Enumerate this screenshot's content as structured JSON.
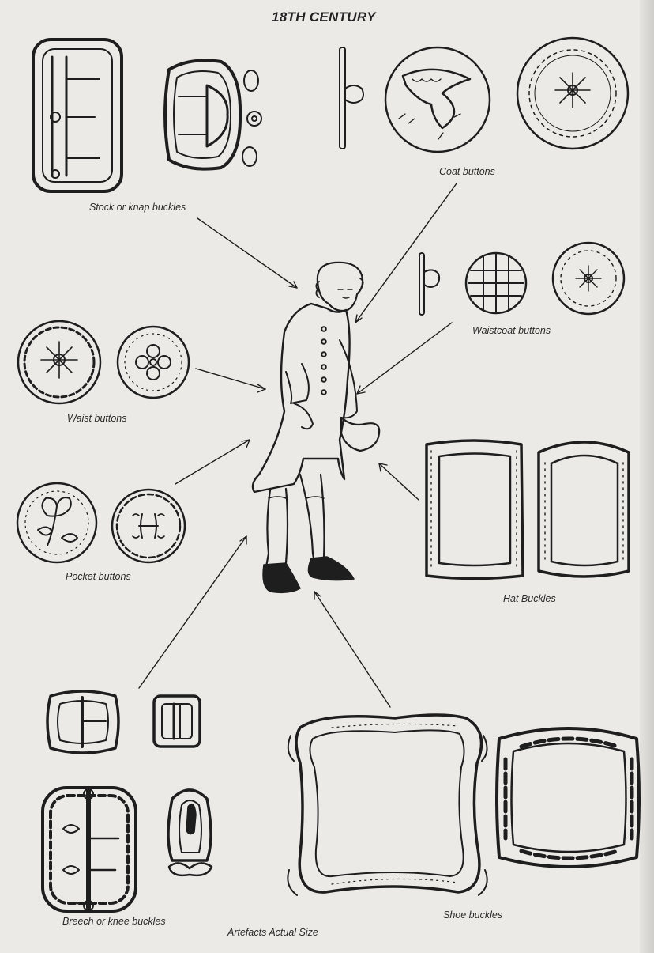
{
  "title": "18TH CENTURY",
  "labels": {
    "stock": "Stock or knap buckles",
    "coat": "Coat buttons",
    "waistcoat": "Waistcoat buttons",
    "waist": "Waist buttons",
    "pocket": "Pocket buttons",
    "hat": "Hat Buckles",
    "breech": "Breech or knee buckles",
    "artefacts": "Artefacts Actual Size",
    "shoe": "Shoe buckles"
  }
}
